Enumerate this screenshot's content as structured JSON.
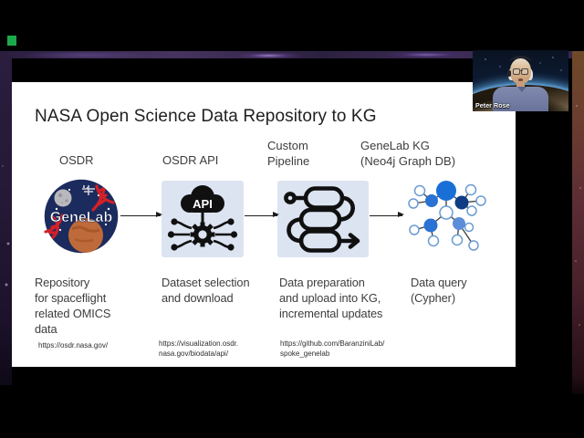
{
  "meeting": {
    "participant_name": "Peter Rose",
    "share_indicator": "green-square"
  },
  "slide": {
    "title": "NASA Open Science Data Repository to KG",
    "columns": [
      {
        "header": "OSDR",
        "icon": "genelab-logo",
        "description": "Repository\nfor spaceflight\nrelated OMICS\ndata",
        "url": "https://osdr.nasa.gov/"
      },
      {
        "header": "OSDR API",
        "icon": "api-cloud-gear-icon",
        "description": "Dataset selection\nand download",
        "url": "https://visualization.osdr.\nnasa.gov/biodata/api/"
      },
      {
        "header": "Custom\nPipeline",
        "icon": "pipeline-icon",
        "description": "Data preparation\nand upload into KG,\nincremental updates",
        "url": "https://github.com/BaranziniLab/\nspoke_genelab"
      },
      {
        "header": "GeneLab KG\n(Neo4j Graph DB)",
        "icon": "graph-network-icon",
        "description": "Data query\n(Cypher)",
        "url": ""
      }
    ],
    "logo_text": "GeneLab",
    "api_badge": "API"
  },
  "colors": {
    "icon_box_bg": "#dce4f2",
    "node_blue": "#1a6fd6",
    "node_dark_navy": "#0e3d85",
    "node_mid_blue": "#2a72d4",
    "node_light_blue": "#5b8dd9",
    "node_outline": "#6b9bd2",
    "logo_navy": "#1c2b5e",
    "logo_red": "#d42027",
    "mars_orange": "#bf6a3a",
    "share_green": "#1ba94c",
    "slide_bg": "#ffffff",
    "frame_bg": "#000000"
  }
}
